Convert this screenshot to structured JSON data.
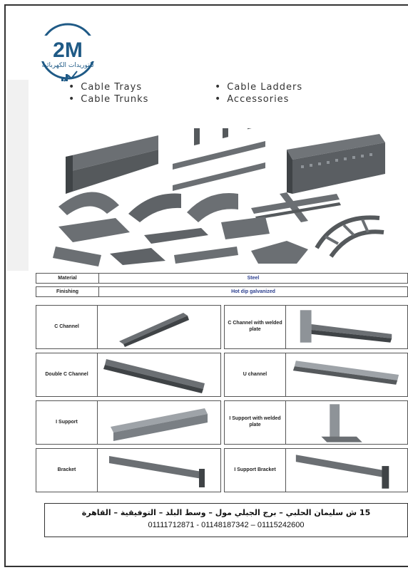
{
  "logo": {
    "mark": "2M",
    "tagline": "للتوريدات الكهربائية"
  },
  "categories": [
    "Cable Trays",
    "Cable Ladders",
    "Cable Trunks",
    "Accessories"
  ],
  "specs": [
    {
      "label": "Material",
      "value": "Steel"
    },
    {
      "label": "Finishing",
      "value": "Hot dip galvanized"
    }
  ],
  "products": [
    {
      "name": "C Channel",
      "icon": "c-channel-icon"
    },
    {
      "name": "C Channel with welded plate",
      "icon": "c-channel-welded-plate-icon"
    },
    {
      "name": "Double C Channel",
      "icon": "double-c-channel-icon"
    },
    {
      "name": "U channel",
      "icon": "u-channel-icon"
    },
    {
      "name": "I Support",
      "icon": "i-support-icon"
    },
    {
      "name": "I Support with welded plate",
      "icon": "i-support-welded-plate-icon"
    },
    {
      "name": "Bracket",
      "icon": "bracket-icon"
    },
    {
      "name": "I Support Bracket",
      "icon": "i-support-bracket-icon"
    }
  ],
  "footer": {
    "address": "15 ش سليمان الحلبي – برج الجبلي مول – وسط البلد – التوفيقية – القاهرة",
    "phones": "01111712871 - 01148187342 – 01115242600"
  },
  "colors": {
    "metal": "#6b6f73",
    "metal_light": "#9ea3a8",
    "metal_dark": "#3f4346",
    "logo_blue": "#1f5a86"
  }
}
